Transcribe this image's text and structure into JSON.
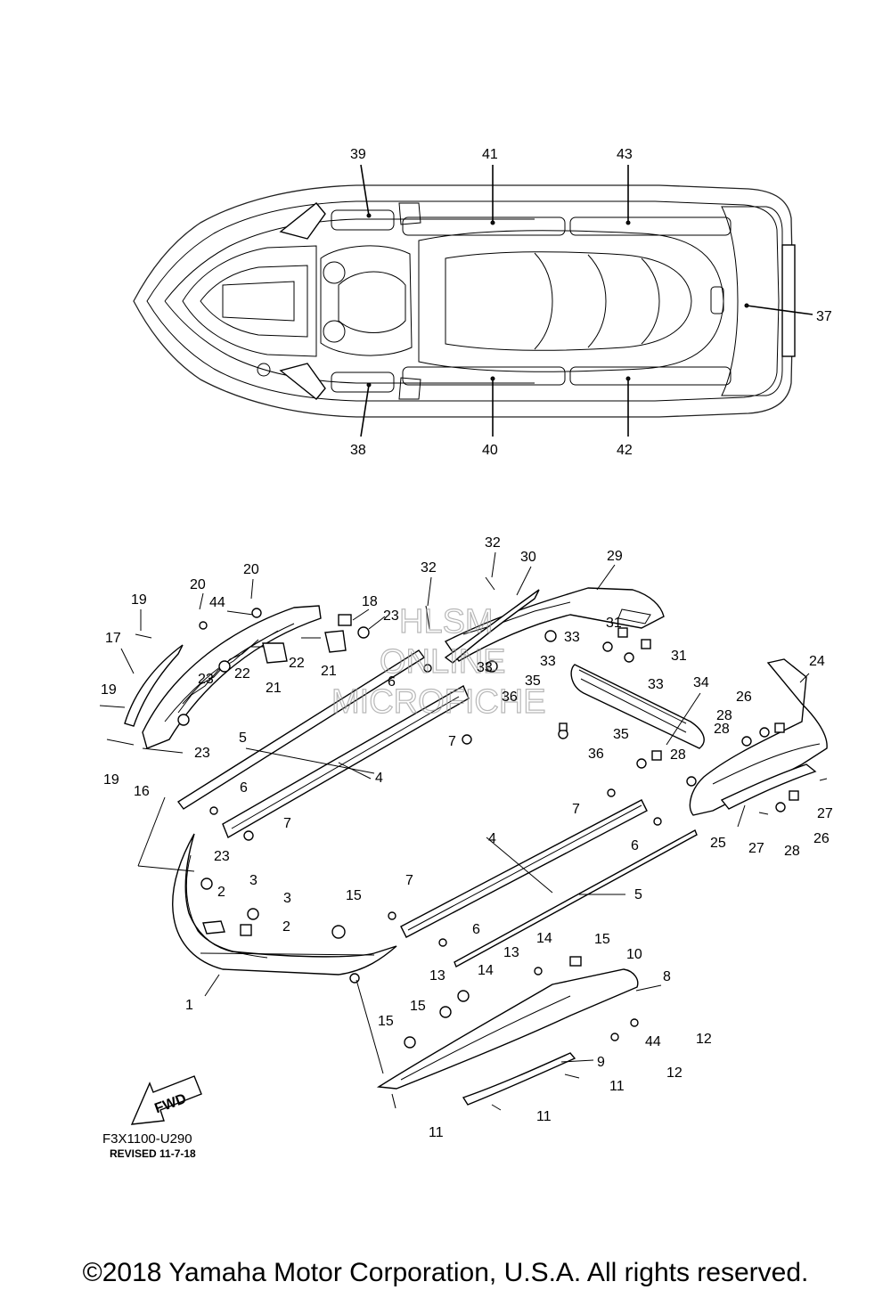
{
  "watermark": {
    "line1": "HLSM",
    "line2": "ONLINE",
    "line3": "MICROFICHE"
  },
  "fwd_label": "FWD",
  "diagram_code": "F3X1100-U290",
  "revised": "REVISED 11-7-18",
  "copyright": "©2018 Yamaha Motor Corporation, U.S.A. All rights reserved.",
  "callouts": {
    "c39": "39",
    "c41": "41",
    "c43": "43",
    "c37": "37",
    "c38": "38",
    "c40": "40",
    "c42": "42",
    "c32a": "32",
    "c30": "30",
    "c29": "29",
    "c32b": "32",
    "c20": "20",
    "c18": "18",
    "c23a": "23",
    "c44a": "44",
    "c20b": "20",
    "c19a": "19",
    "c17": "17",
    "c31a": "31",
    "c33a": "33",
    "c33b": "33",
    "c31b": "31",
    "c33c": "33",
    "c33d": "33",
    "c24": "24",
    "c22a": "22",
    "c21a": "21",
    "c22b": "22",
    "c21b": "21",
    "c23b": "23",
    "c23c": "23",
    "c19b": "19",
    "c19c": "19",
    "c16": "16",
    "c6a": "6",
    "c7a": "7",
    "c35a": "35",
    "c36a": "36",
    "c34": "34",
    "c26a": "26",
    "c28a": "28",
    "c28b": "28",
    "c5a": "5",
    "c4a": "4",
    "c35b": "35",
    "c36b": "36",
    "c28c": "28",
    "c6b": "6",
    "c7b": "7",
    "c27a": "27",
    "c25": "25",
    "c27b": "27",
    "c28d": "28",
    "c26b": "26",
    "c7c": "7",
    "c6c": "6",
    "c4b": "4",
    "c5b": "5",
    "c23d": "23",
    "c2a": "2",
    "c3a": "3",
    "c3b": "3",
    "c2b": "2",
    "c15a": "15",
    "c7d": "7",
    "c6d": "6",
    "c14a": "14",
    "c15b": "15",
    "c10": "10",
    "c13a": "13",
    "c14b": "14",
    "c13b": "13",
    "c8": "8",
    "c1": "1",
    "c15c": "15",
    "c15d": "15",
    "c44b": "44",
    "c12a": "12",
    "c12b": "12",
    "c9": "9",
    "c11a": "11",
    "c11b": "11",
    "c11c": "11"
  }
}
